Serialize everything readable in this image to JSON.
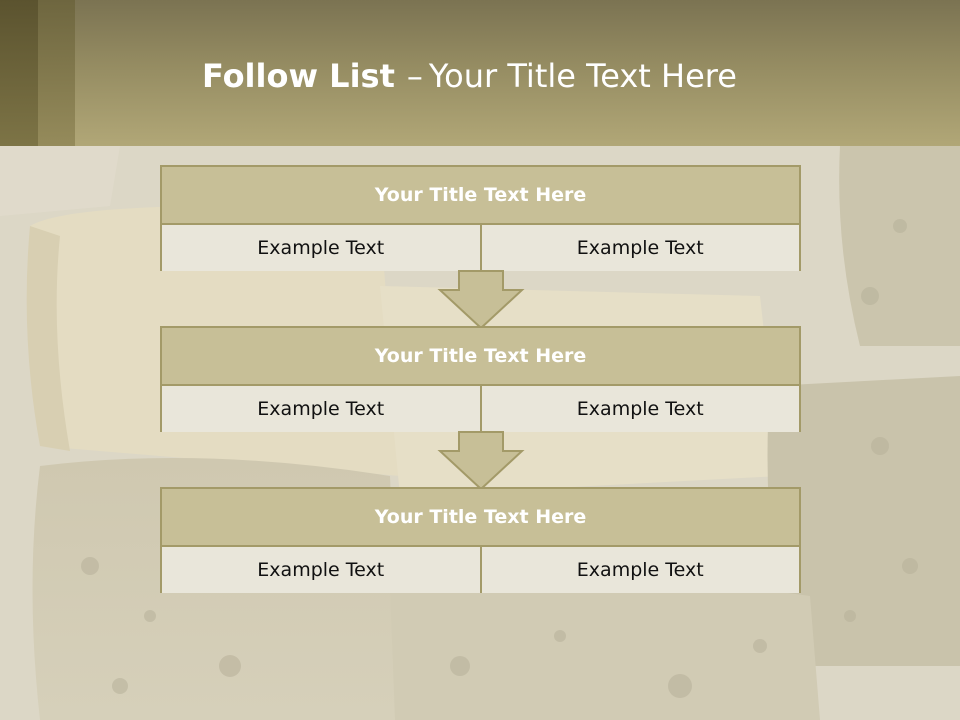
{
  "slide": {
    "title_bold": "Follow List",
    "title_separator": "–",
    "title_rest": "Your Title Text Here"
  },
  "steps": [
    {
      "title": "Your Title Text Here",
      "left": "Example Text",
      "right": "Example Text"
    },
    {
      "title": "Your Title Text Here",
      "left": "Example Text",
      "right": "Example Text"
    },
    {
      "title": "Your Title Text Here",
      "left": "Example Text",
      "right": "Example Text"
    }
  ],
  "colors": {
    "header_top": "#7b7352",
    "header_bottom": "#b1a777",
    "box_header": "#c7bf97",
    "box_border": "#a39a68",
    "box_cell": "#e9e6da",
    "arrow_fill": "#c7bf97"
  }
}
